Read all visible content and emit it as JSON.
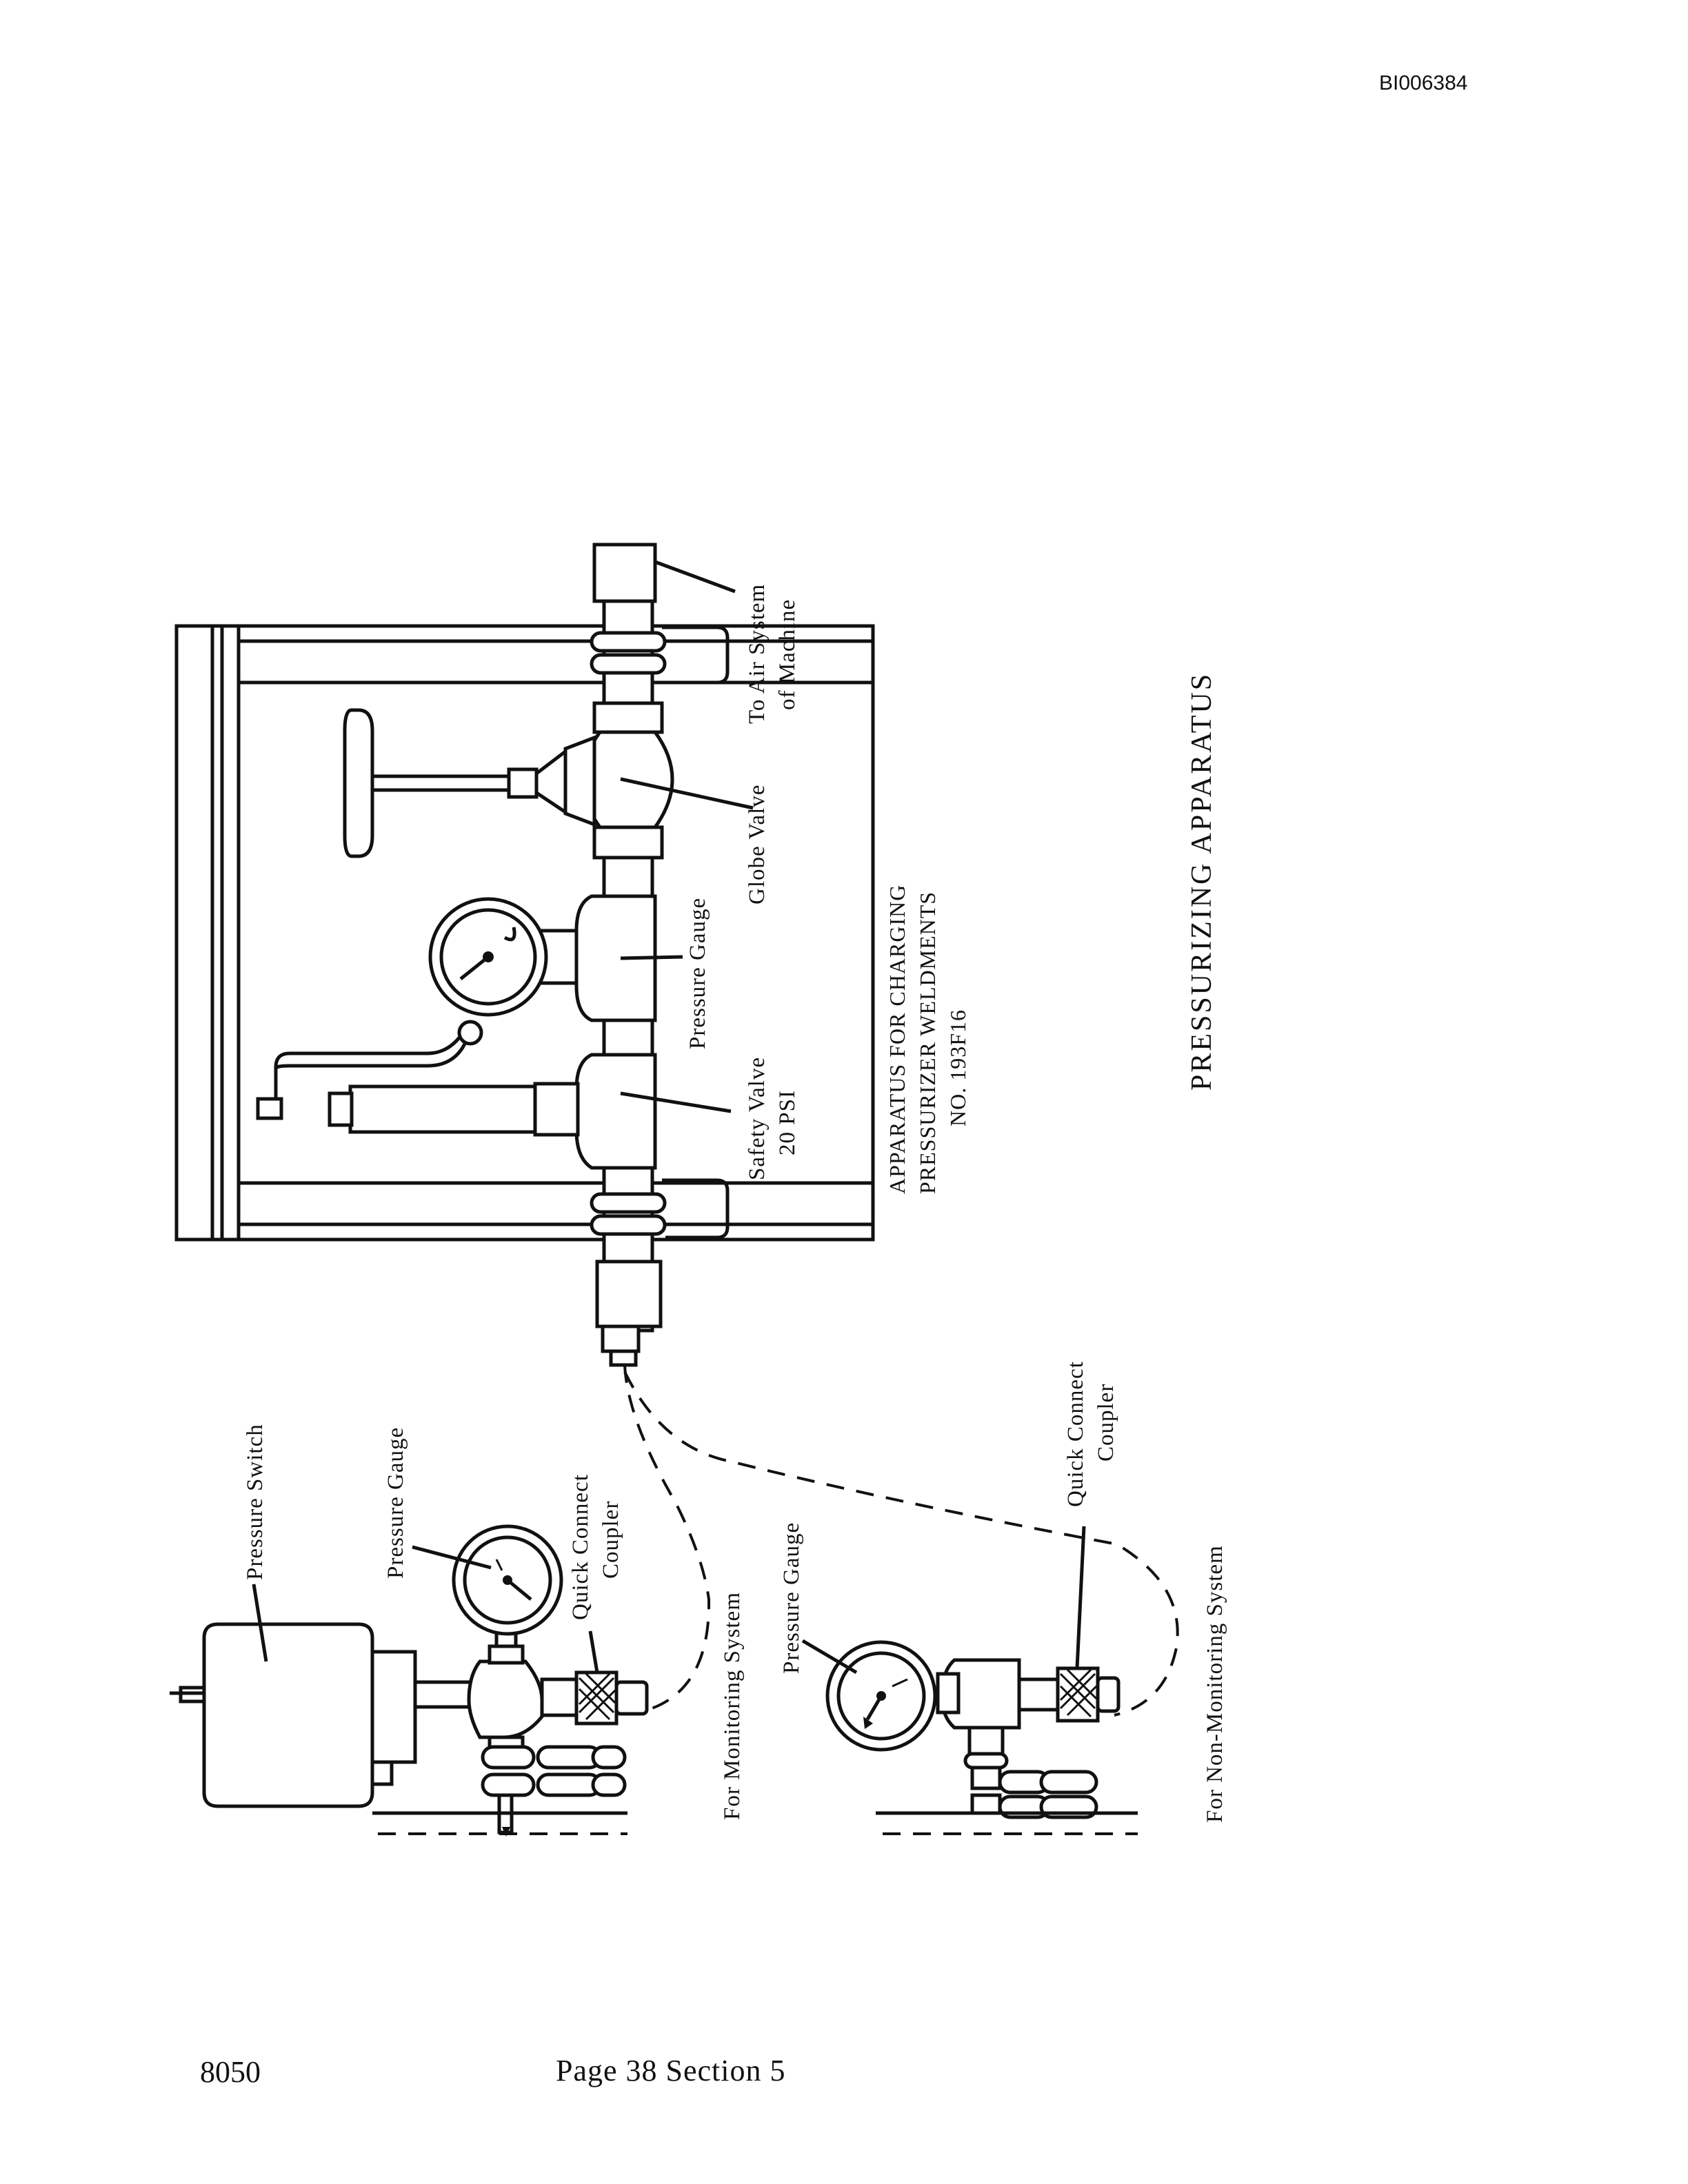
{
  "document_id": "BI006384",
  "footer": {
    "number": "8050",
    "page_section": "Page 38  Section 5"
  },
  "title": "PRESSURIZING APPARATUS",
  "caption": {
    "line1": "APPARATUS FOR CHARGING",
    "line2": "PRESSURIZER WELDMENTS",
    "line3": "NO. 193F16"
  },
  "labels": {
    "to_air_line1": "To Air System",
    "to_air_line2": "of Machine",
    "globe_valve": "Globe Valve",
    "pressure_gauge_main": "Pressure Gauge",
    "safety_valve_line1": "Safety Valve",
    "safety_valve_line2": "20 PSI",
    "pressure_switch": "Pressure Switch",
    "pressure_gauge_monitor": "Pressure Gauge",
    "qcc_monitor_line1": "Quick Connect",
    "qcc_monitor_line2": "Coupler",
    "for_monitoring": "For Monitoring System",
    "pressure_gauge_nonmonitor": "Pressure Gauge",
    "qcc_nonmonitor_line1": "Quick Connect",
    "qcc_nonmonitor_line2": "Coupler",
    "for_non_monitoring": "For Non-Monitoring System"
  }
}
